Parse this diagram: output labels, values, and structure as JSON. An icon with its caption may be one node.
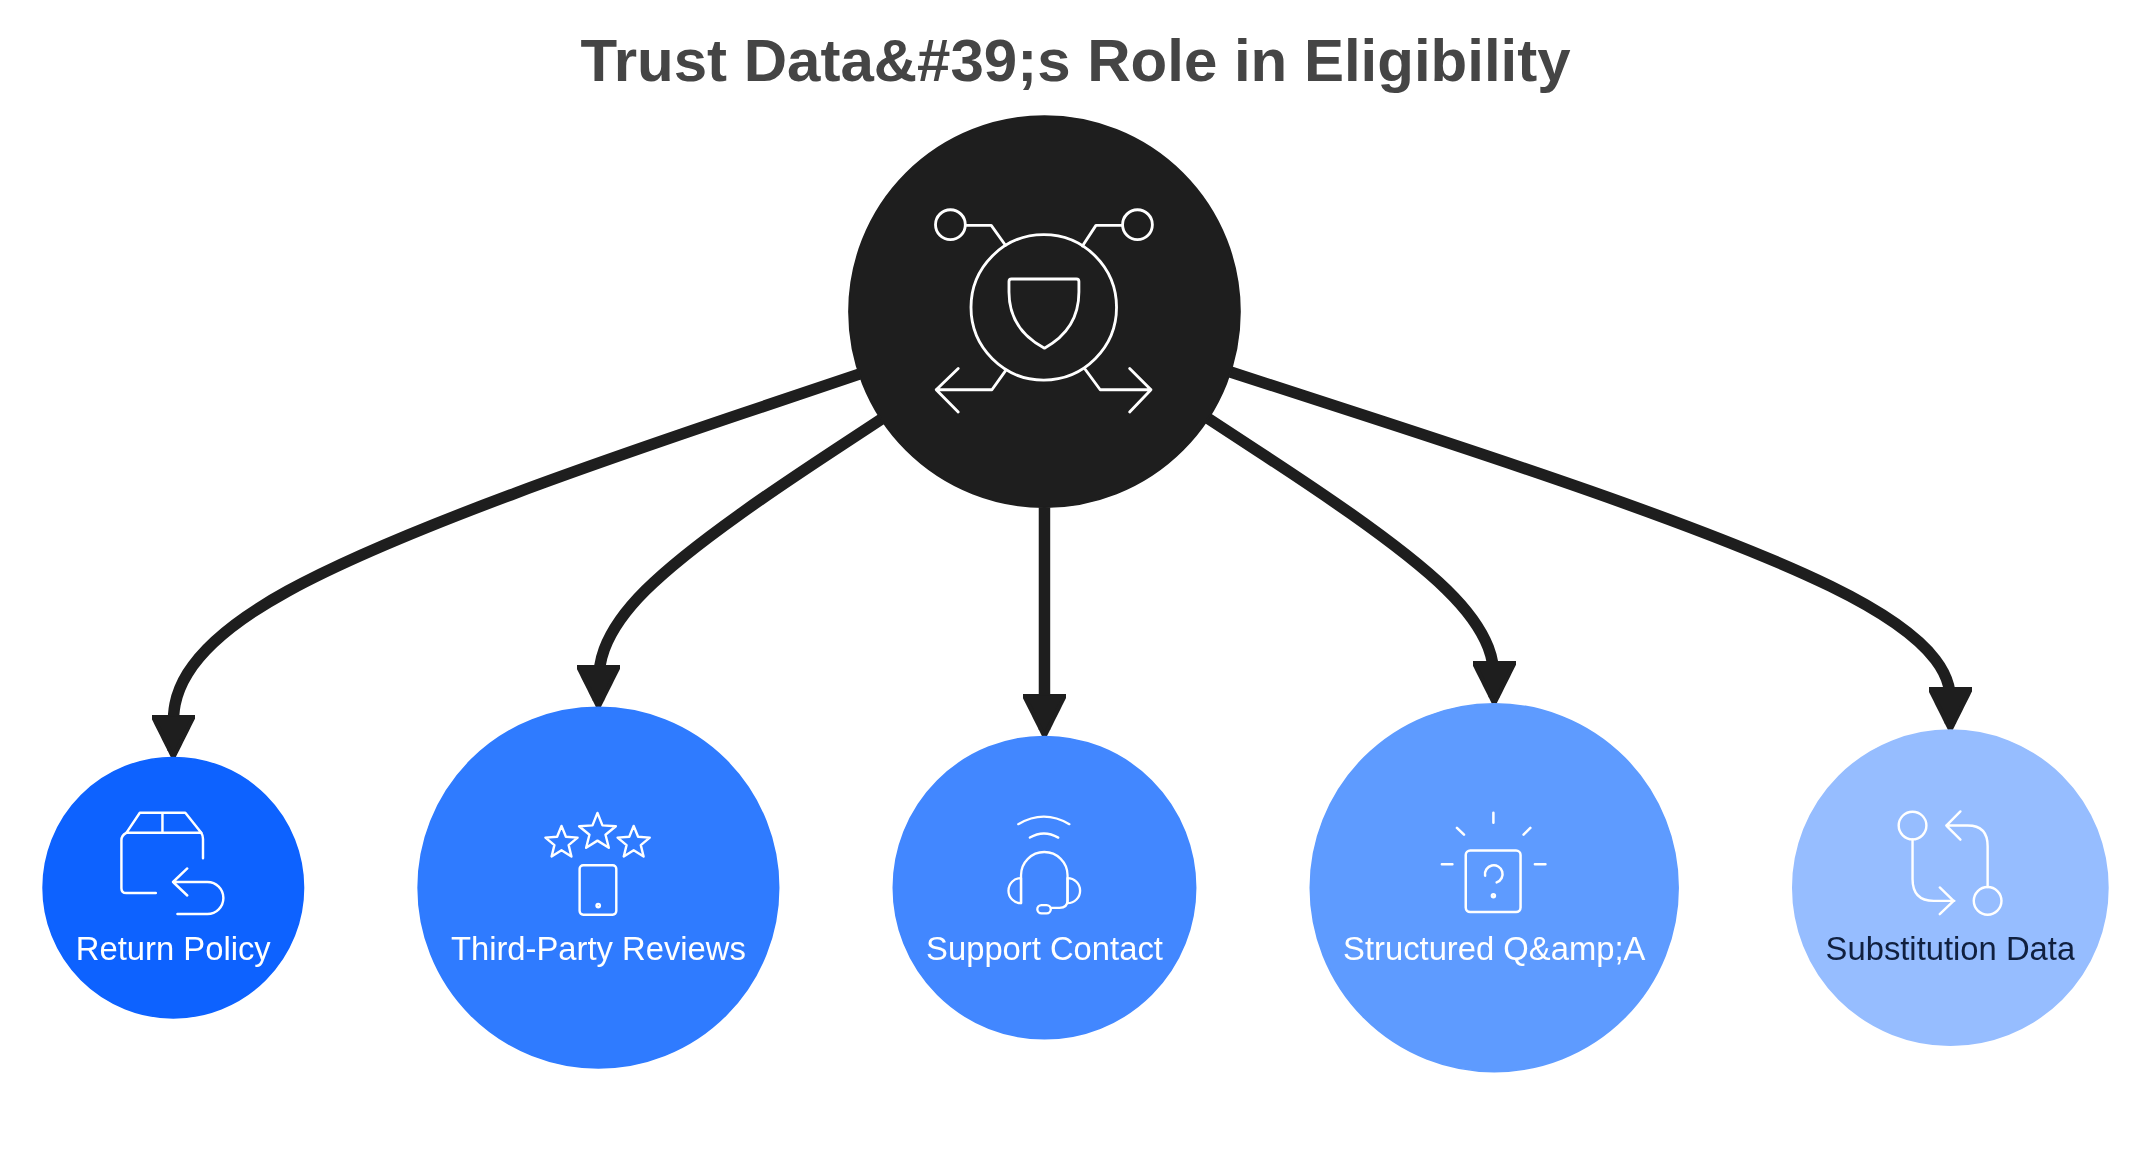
{
  "diagram": {
    "title": "Trust Data&#39;s Role in Eligibility",
    "nodes": [
      {
        "text": [
          "Return Policy"
        ]
      },
      {
        "text": [
          "Third-Party Reviews"
        ]
      },
      {
        "text": [],
        "shape": "circle"
      },
      {
        "text": [
          "Support Contact"
        ]
      },
      {
        "text": [
          "Structured Q&amp;A"
        ]
      },
      {
        "text": [
          "Substitution Data"
        ]
      }
    ],
    "edges": [
      {
        "from": 2,
        "to": 0,
        "arrow": "to"
      },
      {
        "from": 2,
        "to": 1,
        "arrow": "to"
      },
      {
        "from": 2,
        "to": 3,
        "arrow": "to"
      },
      {
        "from": 2,
        "to": 4,
        "arrow": "to"
      },
      {
        "from": 2,
        "to": 5,
        "arrow": "to"
      }
    ]
  }
}
